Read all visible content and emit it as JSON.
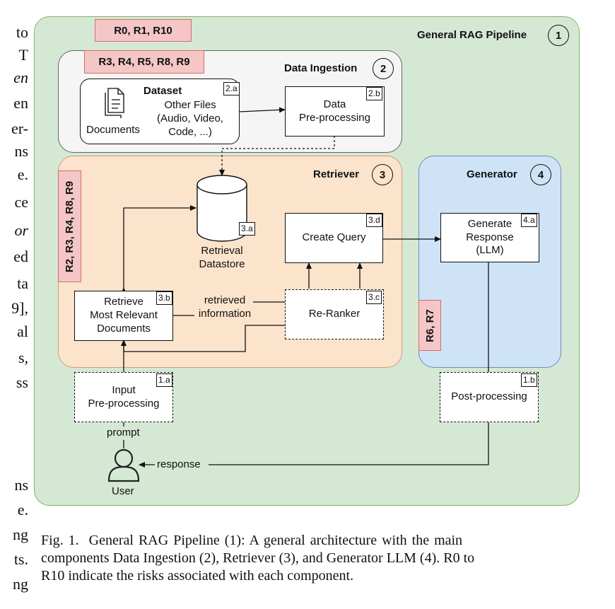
{
  "margin_text": [
    "to",
    "T",
    "en",
    "en",
    "er-",
    "ns",
    "e.",
    "ce",
    "or",
    "ed",
    "ta",
    "9],",
    "al",
    "s,",
    "ss",
    "ns",
    "e.",
    "ng",
    "ts.",
    "ng"
  ],
  "figure": {
    "pipeline": {
      "title": "General RAG Pipeline",
      "num": "1",
      "risks": "R0, R1, R10"
    },
    "ingestion": {
      "title": "Data Ingestion",
      "num": "2",
      "risks": "R3, R4, R5, R8, R9"
    },
    "retriever": {
      "title": "Retriever",
      "num": "3",
      "risks": "R2, R3, R4, R8, R9"
    },
    "generator": {
      "title": "Generator",
      "num": "4",
      "risks": "R6, R7"
    },
    "dataset": {
      "title": "Dataset",
      "documents": "Documents",
      "other_line1": "Other Files",
      "other_line2": "(Audio, Video,",
      "other_line3": "Code, ...)",
      "tag": "2.a"
    },
    "preprocessing": {
      "line1": "Data",
      "line2": "Pre-processing",
      "tag": "2.b"
    },
    "datastore": {
      "line1": "Retrieval",
      "line2": "Datastore",
      "tag": "3.a"
    },
    "retrieve": {
      "line1": "Retrieve",
      "line2": "Most Relevant",
      "line3": "Documents",
      "tag": "3.b"
    },
    "reranker": {
      "label": "Re-Ranker",
      "tag": "3.c"
    },
    "create_query": {
      "label": "Create Query",
      "tag": "3.d"
    },
    "retrieved_info": {
      "line1": "retrieved",
      "line2": "information"
    },
    "generate": {
      "line1": "Generate",
      "line2": "Response",
      "line3": "(LLM)",
      "tag": "4.a"
    },
    "input_pre": {
      "line1": "Input",
      "line2": "Pre-processing",
      "tag": "1.a"
    },
    "post": {
      "label": "Post-processing",
      "tag": "1.b"
    },
    "prompt": "prompt",
    "response": "response",
    "user": "User"
  },
  "caption": {
    "line1": "Fig. 1.  General RAG Pipeline (1): A general architecture with the main",
    "line2": "components Data Ingestion (2), Retriever (3), and Generator LLM (4). R0 to",
    "line3": "R10 indicate the risks associated with each component."
  },
  "colors": {
    "pipeline": "#d5e8d4",
    "ingestion": "#f5f5f5",
    "retriever": "#fbe3cc",
    "generator": "#cfe3f7",
    "risk": "#f4c6c6"
  }
}
